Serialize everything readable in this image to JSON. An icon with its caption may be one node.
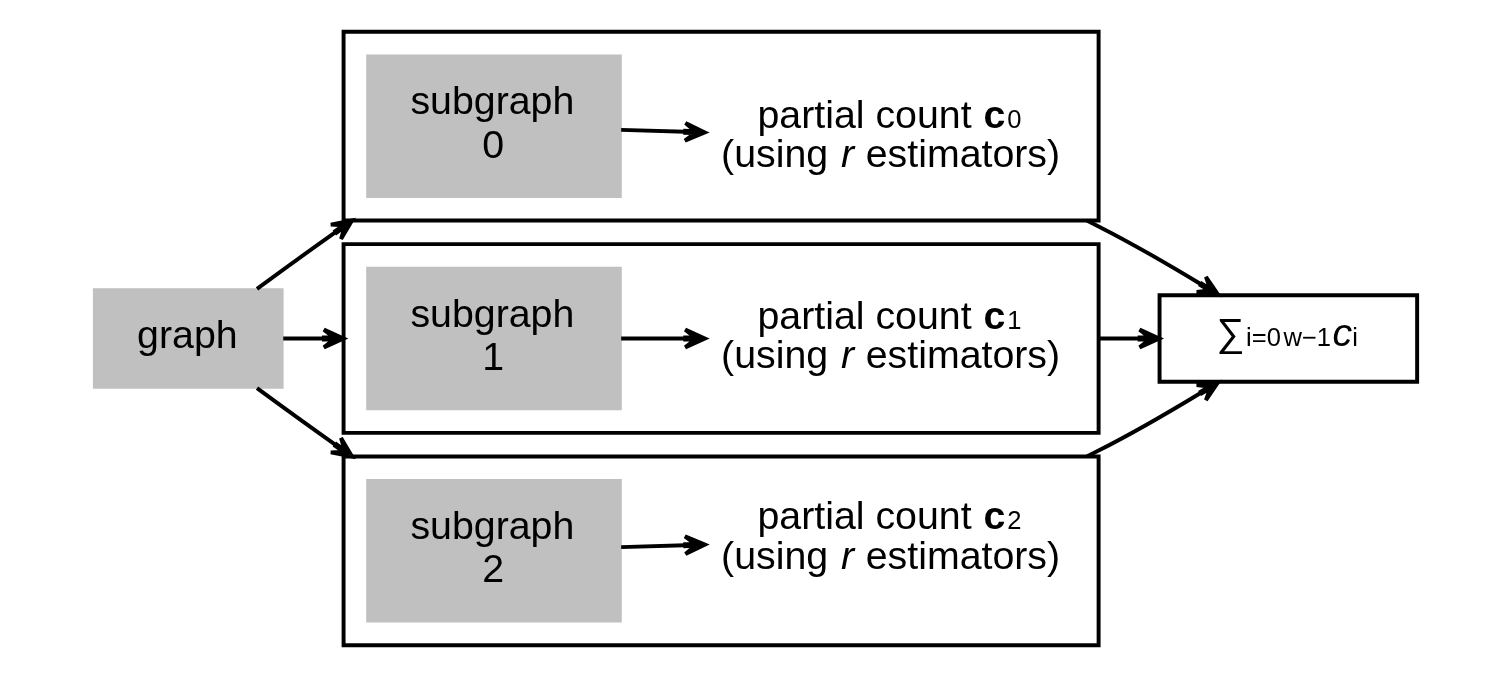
{
  "diagram": {
    "nodes": [
      {
        "text": [
          "graph"
        ]
      },
      {
        "text": [],
        "shape": "box"
      },
      {
        "text": [
          "subgraph 0"
        ],
        "in": 1
      },
      {
        "text": [
          "partial count **c**$_{0}$ (using *r* estimators)"
        ],
        "in": 1
      },
      {
        "text": [],
        "shape": "box"
      },
      {
        "text": [
          "subgraph 1"
        ],
        "in": 4
      },
      {
        "text": [
          "partial count **c**$_{1}$ (using *r* estimators)"
        ],
        "in": 4
      },
      {
        "text": [],
        "shape": "box"
      },
      {
        "text": [
          "subgraph 2"
        ],
        "in": 7
      },
      {
        "text": [
          "partial count **c**$_{2}$ (using *r* estimators)"
        ],
        "in": 7
      },
      {
        "text": [
          "∑$_{i=0}$$^{w−1}$*c*$_{i}$"
        ]
      }
    ],
    "edges": [
      {
        "from": 0,
        "to": 1,
        "arrow": "to"
      },
      {
        "from": 0,
        "to": 4,
        "arrow": "to"
      },
      {
        "from": 0,
        "to": 7,
        "arrow": "to"
      },
      {
        "from": 2,
        "to": 3,
        "arrow": "to"
      },
      {
        "from": 5,
        "to": 6,
        "arrow": "to"
      },
      {
        "from": 8,
        "to": 9,
        "arrow": "to"
      },
      {
        "from": 1,
        "to": 10,
        "arrow": "to"
      },
      {
        "from": 4,
        "to": 10,
        "arrow": "to"
      },
      {
        "from": 7,
        "to": 10,
        "arrow": "to"
      }
    ]
  }
}
